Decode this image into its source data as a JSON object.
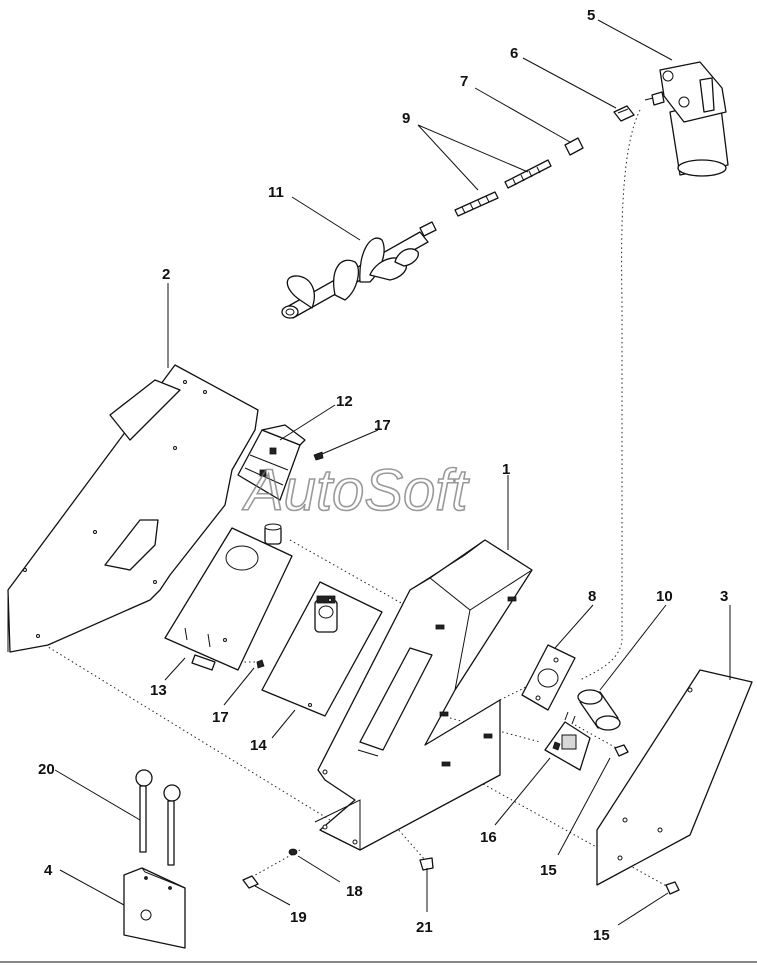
{
  "watermark": "AutoSoft",
  "callouts": {
    "c1": "1",
    "c2": "2",
    "c3": "3",
    "c4": "4",
    "c5": "5",
    "c6": "6",
    "c7": "7",
    "c8": "8",
    "c9": "9",
    "c10": "10",
    "c11": "11",
    "c12": "12",
    "c13": "13",
    "c14": "14",
    "c15a": "15",
    "c15b": "15",
    "c16": "16",
    "c17a": "17",
    "c17b": "17",
    "c18": "18",
    "c19": "19",
    "c20": "20",
    "c21": "21"
  }
}
